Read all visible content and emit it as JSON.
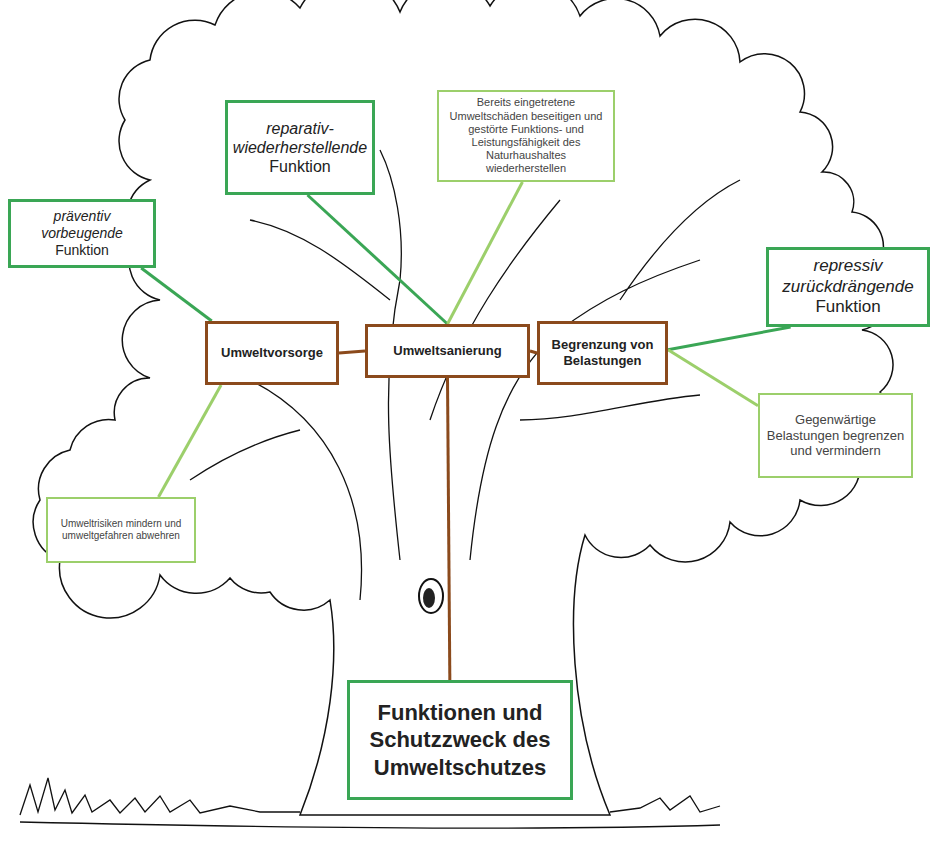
{
  "diagram": {
    "nodes": [
      {
        "text": [
          "reparativ-wiederherstellende",
          "Funktion"
        ]
      },
      {
        "text": [
          "Bereits eingetretene Umweltschäden beseitigen und gestörte Funktions- und Leistungsfähigkeit des Naturhaushaltes wiederherstellen"
        ]
      },
      {
        "text": [
          "präventiv vorbeugende",
          "Funktion"
        ]
      },
      {
        "text": [
          "Umweltsanierung"
        ]
      },
      {
        "text": [
          "repressiv zurückdrängende",
          "Funktion"
        ]
      },
      {
        "text": [
          "Umweltvorsorge"
        ]
      },
      {
        "text": [
          "Begrenzung von Belastungen"
        ]
      },
      {
        "text": [
          "Gegenwärtige Belastungen begrenzen und vermindern"
        ]
      },
      {
        "text": [
          "Umweltrisiken mindern und umweltgefahren abwehren"
        ]
      },
      {
        "text": [
          "Funktionen und Schutzzweck des Umweltschutzes"
        ]
      }
    ],
    "edges": [
      {
        "from": 0,
        "to": 3,
        "arrow": "none"
      },
      {
        "from": 1,
        "to": 3,
        "arrow": "none"
      },
      {
        "from": 2,
        "to": 5,
        "arrow": "none"
      },
      {
        "from": 8,
        "to": 5,
        "arrow": "none"
      },
      {
        "from": 4,
        "to": 6,
        "arrow": "none"
      },
      {
        "from": 7,
        "to": 6,
        "arrow": "none"
      },
      {
        "from": 5,
        "to": 3,
        "arrow": "none"
      },
      {
        "from": 3,
        "to": 6,
        "arrow": "none"
      },
      {
        "from": 3,
        "to": 9,
        "arrow": "none"
      }
    ]
  }
}
